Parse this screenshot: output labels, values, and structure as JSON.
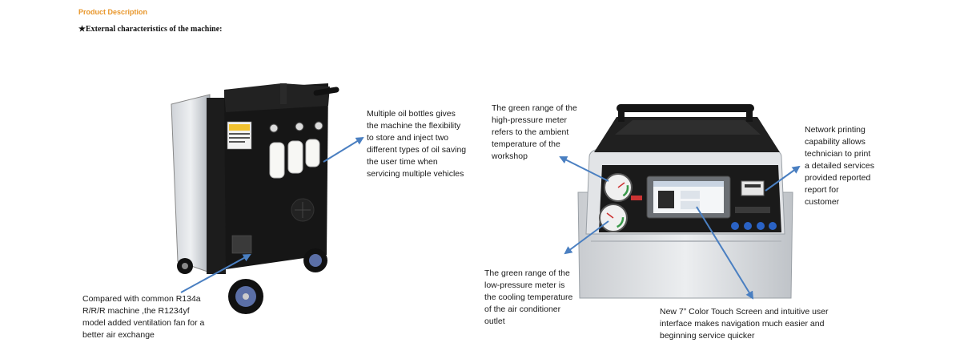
{
  "header": {
    "title": "Product Description",
    "subtitle": "★External characteristics of the machine:"
  },
  "colors": {
    "title_accent": "#e8962a",
    "arrow": "#4a7fc1"
  },
  "callouts": {
    "oil_bottles": [
      "Multiple oil bottles gives",
      "the machine the flexibility",
      "to store and inject two",
      "different types of oil saving",
      "the user time when",
      "servicing multiple vehicles"
    ],
    "fan": [
      "Compared with common R134a",
      "R/R/R machine ,the R1234yf",
      "model added ventilation fan for a",
      "better air exchange"
    ],
    "high_pressure": [
      "The green range of the",
      "high-pressure meter",
      "refers to the ambient",
      "temperature of the",
      "workshop"
    ],
    "low_pressure": [
      "The green range of the",
      "low-pressure meter is",
      "the cooling temperature",
      "of the air conditioner",
      "outlet"
    ],
    "printing": [
      "Network printing",
      "capability allows",
      "technician to print",
      "a detailed services",
      "provided reported",
      "report for",
      "customer"
    ],
    "touch_screen": [
      "New 7” Color Touch Screen and intuitive user",
      "interface makes navigation much easier and",
      "beginning service quicker"
    ]
  }
}
